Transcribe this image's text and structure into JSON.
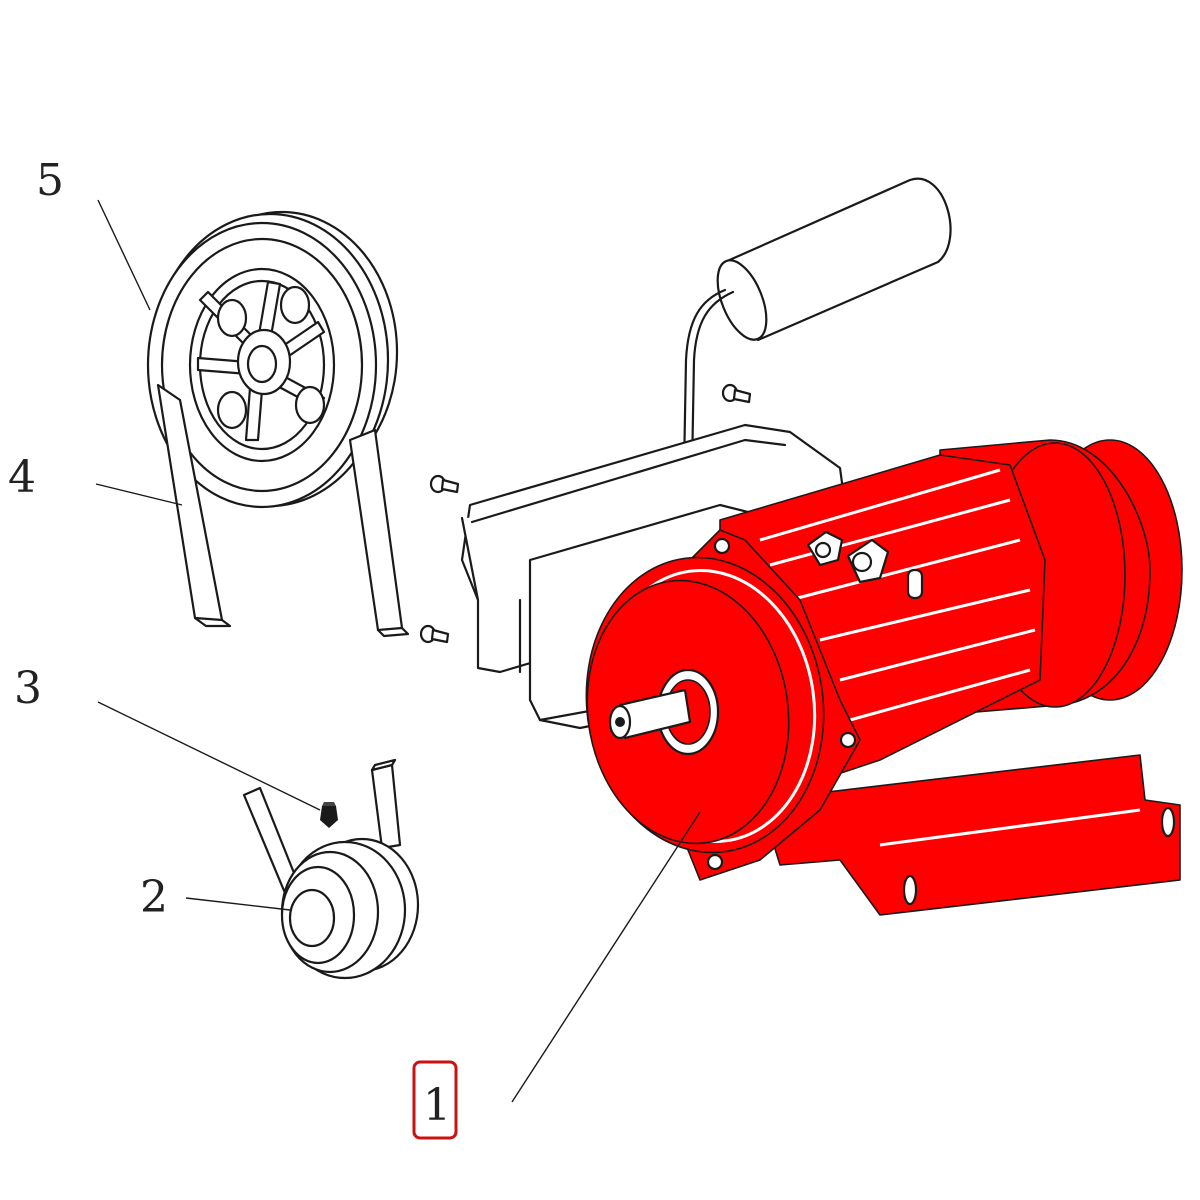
{
  "callouts": [
    {
      "id": "1",
      "text": "1",
      "highlighted": true
    },
    {
      "id": "2",
      "text": "2"
    },
    {
      "id": "3",
      "text": "3"
    },
    {
      "id": "4",
      "text": "4"
    },
    {
      "id": "5",
      "text": "5"
    }
  ],
  "colors": {
    "highlight_part": "#ff0000",
    "highlight_box": "#cc1111",
    "ink": "#1a1a1a",
    "background": "#ffffff"
  }
}
